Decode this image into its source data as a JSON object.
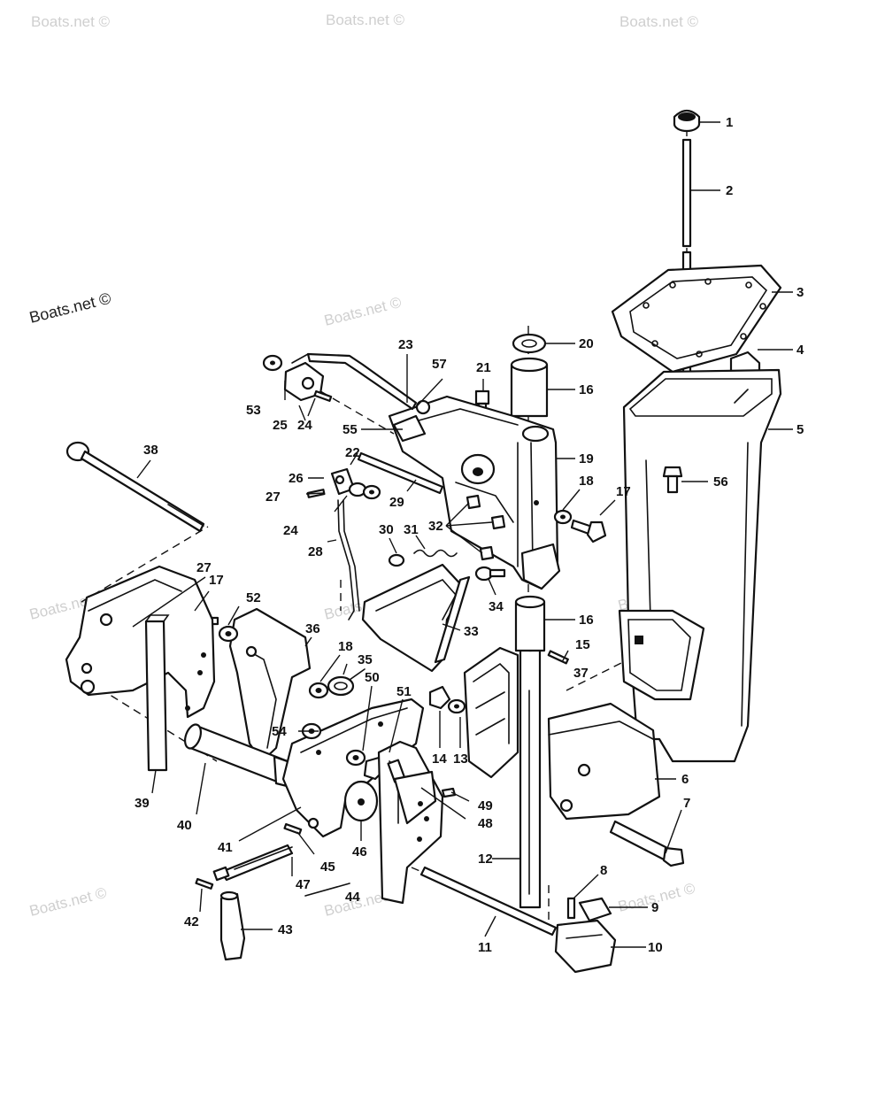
{
  "watermarks": {
    "main": "Boats.net ©",
    "faint": "Boats.net ©"
  },
  "callouts": [
    {
      "id": "1",
      "label": "1"
    },
    {
      "id": "2",
      "label": "2"
    },
    {
      "id": "3",
      "label": "3"
    },
    {
      "id": "4",
      "label": "4"
    },
    {
      "id": "5",
      "label": "5"
    },
    {
      "id": "6",
      "label": "6"
    },
    {
      "id": "7",
      "label": "7"
    },
    {
      "id": "8",
      "label": "8"
    },
    {
      "id": "9",
      "label": "9"
    },
    {
      "id": "10",
      "label": "10"
    },
    {
      "id": "11",
      "label": "11"
    },
    {
      "id": "12",
      "label": "12"
    },
    {
      "id": "13",
      "label": "13"
    },
    {
      "id": "14",
      "label": "14"
    },
    {
      "id": "15",
      "label": "15"
    },
    {
      "id": "16a",
      "label": "16"
    },
    {
      "id": "16b",
      "label": "16"
    },
    {
      "id": "17a",
      "label": "17"
    },
    {
      "id": "17b",
      "label": "17"
    },
    {
      "id": "18a",
      "label": "18"
    },
    {
      "id": "18b",
      "label": "18"
    },
    {
      "id": "19",
      "label": "19"
    },
    {
      "id": "20",
      "label": "20"
    },
    {
      "id": "21",
      "label": "21"
    },
    {
      "id": "22",
      "label": "22"
    },
    {
      "id": "23",
      "label": "23"
    },
    {
      "id": "24a",
      "label": "24"
    },
    {
      "id": "24b",
      "label": "24"
    },
    {
      "id": "25",
      "label": "25"
    },
    {
      "id": "26",
      "label": "26"
    },
    {
      "id": "27a",
      "label": "27"
    },
    {
      "id": "27b",
      "label": "27"
    },
    {
      "id": "28",
      "label": "28"
    },
    {
      "id": "29",
      "label": "29"
    },
    {
      "id": "30",
      "label": "30"
    },
    {
      "id": "31",
      "label": "31"
    },
    {
      "id": "32",
      "label": "32"
    },
    {
      "id": "33",
      "label": "33"
    },
    {
      "id": "34",
      "label": "34"
    },
    {
      "id": "35",
      "label": "35"
    },
    {
      "id": "36",
      "label": "36"
    },
    {
      "id": "37",
      "label": "37"
    },
    {
      "id": "38",
      "label": "38"
    },
    {
      "id": "39",
      "label": "39"
    },
    {
      "id": "40",
      "label": "40"
    },
    {
      "id": "41",
      "label": "41"
    },
    {
      "id": "42",
      "label": "42"
    },
    {
      "id": "43",
      "label": "43"
    },
    {
      "id": "44",
      "label": "44"
    },
    {
      "id": "45",
      "label": "45"
    },
    {
      "id": "46",
      "label": "46"
    },
    {
      "id": "47",
      "label": "47"
    },
    {
      "id": "48",
      "label": "48"
    },
    {
      "id": "49",
      "label": "49"
    },
    {
      "id": "50",
      "label": "50"
    },
    {
      "id": "51",
      "label": "51"
    },
    {
      "id": "52",
      "label": "52"
    },
    {
      "id": "53",
      "label": "53"
    },
    {
      "id": "54",
      "label": "54"
    },
    {
      "id": "55",
      "label": "55"
    },
    {
      "id": "56",
      "label": "56"
    },
    {
      "id": "57",
      "label": "57"
    }
  ]
}
